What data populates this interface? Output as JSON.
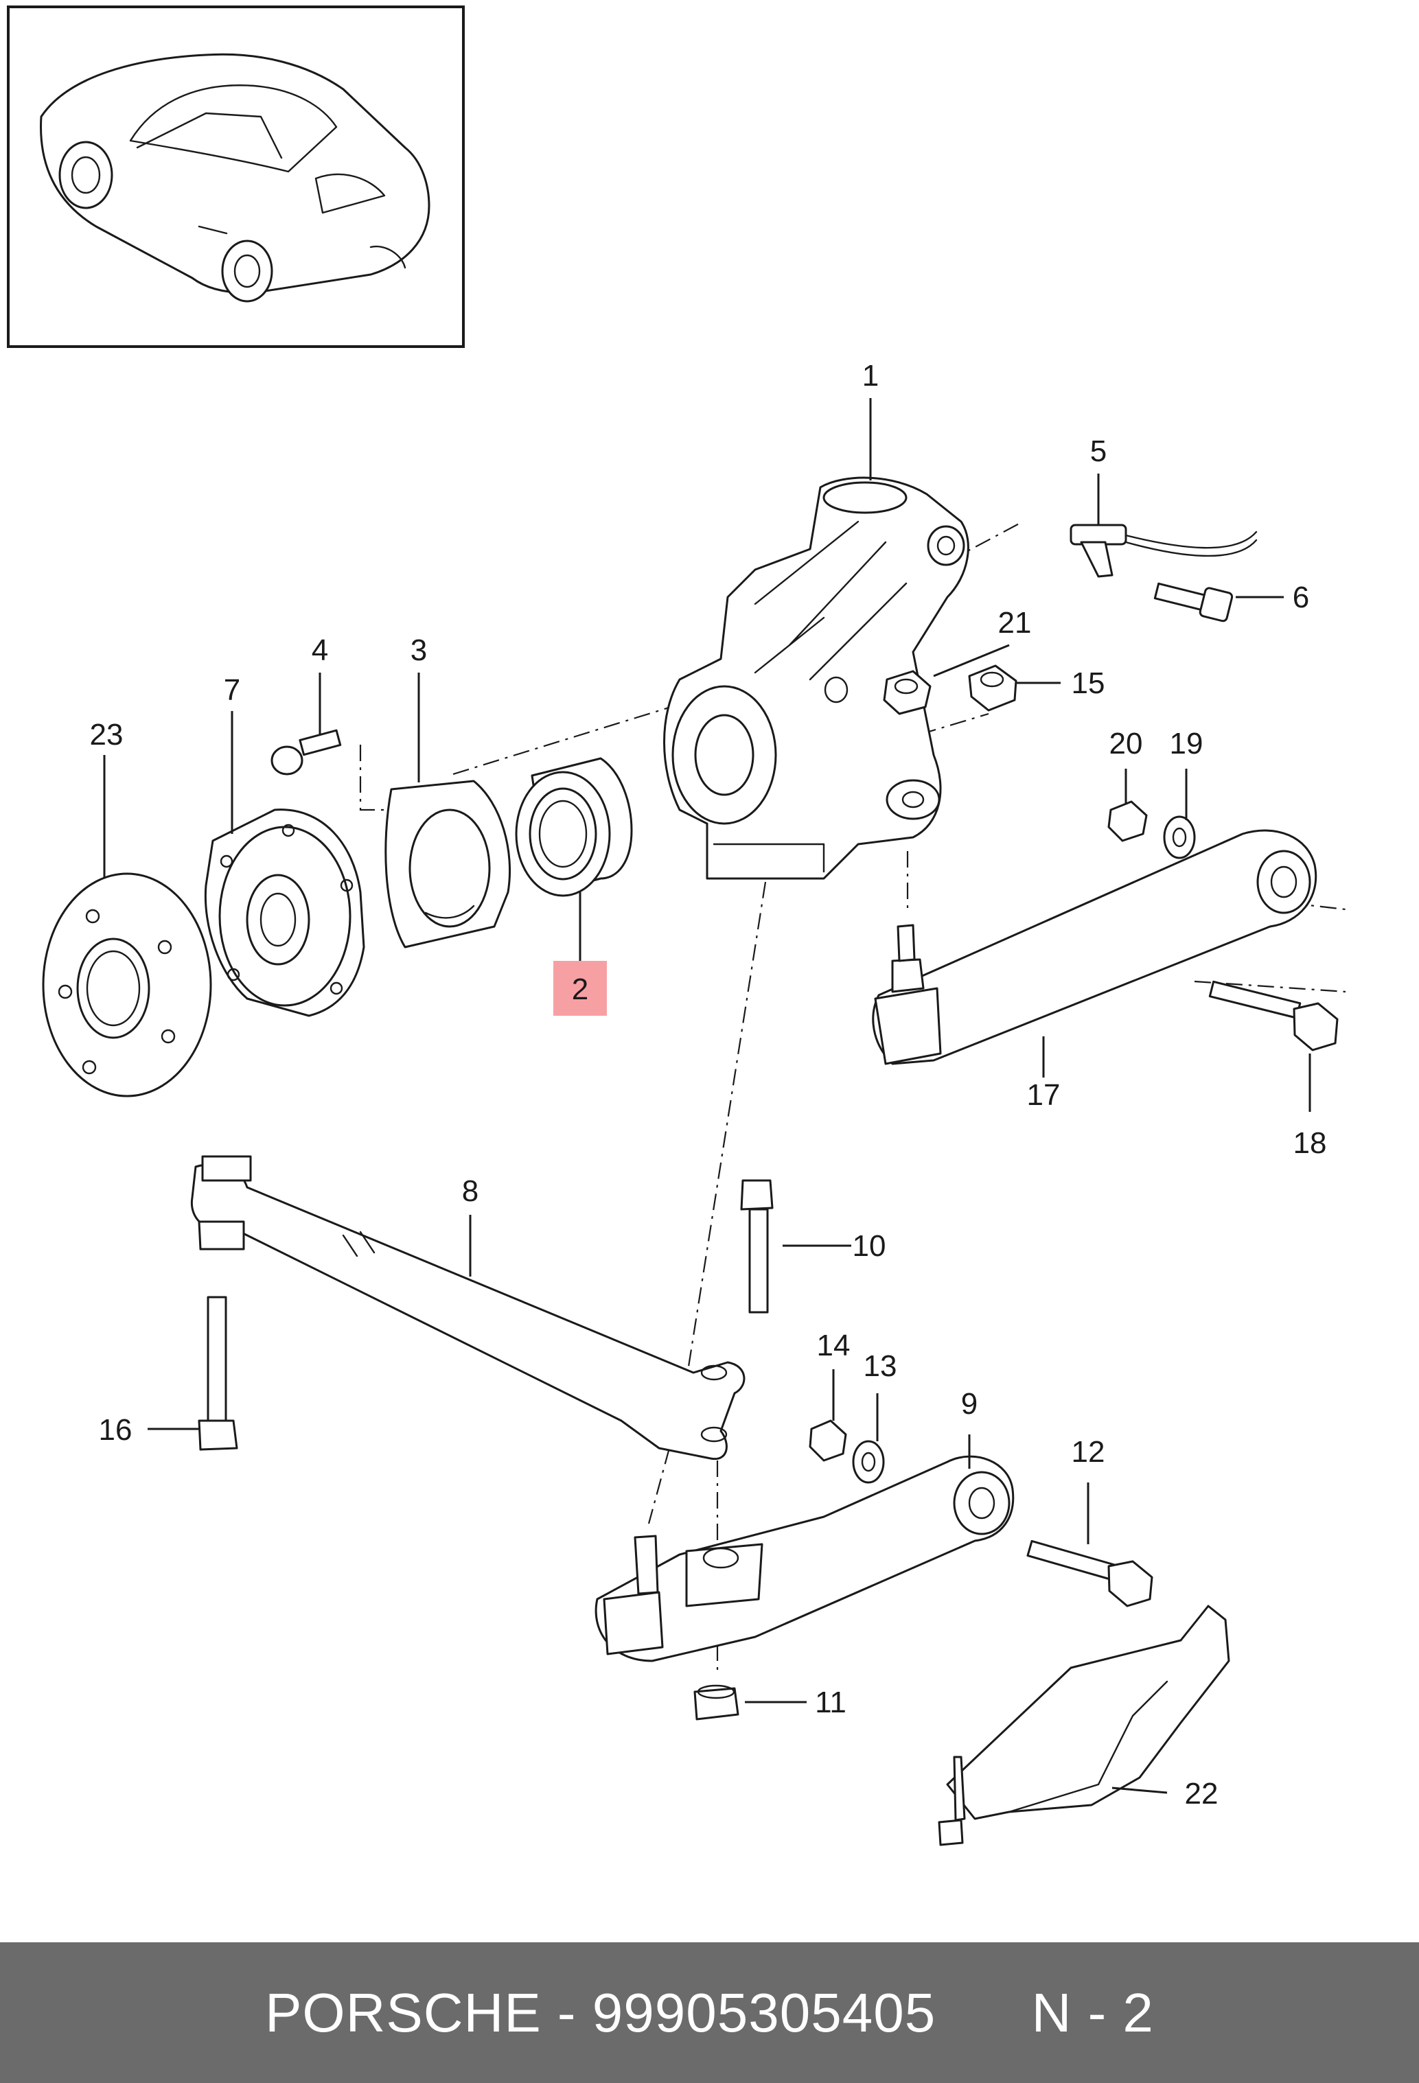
{
  "footer": {
    "brand": "PORSCHE",
    "separator": " - ",
    "part_number": "99905305405",
    "diagram_ref": "N - 2"
  },
  "highlight_color": "#f7a0a4",
  "callouts": {
    "c1": "1",
    "c2": "2",
    "c3": "3",
    "c4": "4",
    "c5": "5",
    "c6": "6",
    "c7": "7",
    "c8": "8",
    "c9": "9",
    "c10": "10",
    "c11": "11",
    "c12": "12",
    "c13": "13",
    "c14": "14",
    "c15": "15",
    "c16": "16",
    "c17": "17",
    "c18": "18",
    "c19": "19",
    "c20": "20",
    "c21": "21",
    "c22": "22",
    "c23": "23"
  },
  "highlighted_callout": "2"
}
